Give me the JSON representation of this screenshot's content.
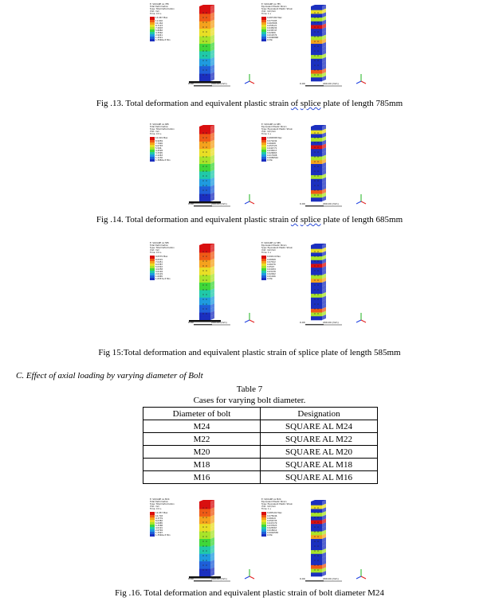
{
  "figures": [
    {
      "caption_pre": "Fig .13. Total deformation and equivalent plastic strain ",
      "caption_ul1": "of",
      "caption_mid": "  ",
      "caption_ul2": "splice",
      "caption_post": "  plate of length 785mm",
      "left": {
        "header": [
          "E: SQUARE AL 785",
          "Total Deformation",
          "Type: Total Deformation",
          "Unit: mm",
          "Time: 0.5 s"
        ],
        "legend": [
          "13.067 Max",
          "11.616",
          "10.164",
          "8.7123",
          "7.2603",
          "5.8082",
          "4.3562",
          "2.9041",
          "1.4521",
          "1.3546e-5 Min"
        ]
      },
      "right": {
        "header": [
          "E: SQUARE AL 785",
          "Equivalent Plastic Strain",
          "Type: Equivalent Plastic Strain",
          "Unit: mm/mm",
          "Time: 1 s"
        ],
        "legend": [
          "0.087182 Max",
          "0.077495",
          "0.067808",
          "0.058121",
          "0.048434",
          "0.038747",
          "0.02906",
          "0.019374",
          "0.0096868",
          "0 Min"
        ]
      }
    },
    {
      "caption_pre": "Fig .14. Total deformation and equivalent plastic strain ",
      "caption_ul1": "of",
      "caption_mid": "  ",
      "caption_ul2": "splice",
      "caption_post": " plate of length 685mm",
      "left": {
        "header": [
          "E: SQUARE AL 685",
          "Total Deformation",
          "Type: Total Deformation",
          "Unit: mm",
          "Time: 0.5 s"
        ],
        "legend": [
          "10.019 Max",
          "8.9059",
          "7.7926",
          "6.6793",
          "5.566",
          "4.4528",
          "3.3395",
          "2.2263",
          "1.1130",
          "1.3682e-5 Min"
        ]
      },
      "right": {
        "header": [
          "E: SQUARE AL 685",
          "Equivalent Plastic Strain",
          "Type: Equivalent Plastic Strain",
          "Unit: mm/mm",
          "Time: 1 s"
        ],
        "legend": [
          "0.080588 Max",
          "0.071634",
          "0.06268",
          "0.053725",
          "0.044771",
          "0.035817",
          "0.026863",
          "0.017908",
          "0.0089542",
          "0 Min"
        ]
      }
    },
    {
      "caption_pre": "Fig 15:Total deformation and equivalent plastic strain of splice plate of length 585mm",
      "caption_ul1": "",
      "caption_mid": "",
      "caption_ul2": "",
      "caption_post": "",
      "left": {
        "header": [
          "E: SQUARE AL 585",
          "Total Deformation",
          "Type: Total Deformation",
          "Unit: mm",
          "Time: 0.5 s"
        ],
        "legend": [
          "9.0579 Max",
          "8.0515",
          "7.0451",
          "6.0387",
          "5.0322",
          "4.0258",
          "3.0194",
          "2.0129",
          "1.0065",
          "1.0557e-5 Min"
        ]
      },
      "right": {
        "header": [
          "E: SQUARE AL 585",
          "Equivalent Plastic Strain",
          "Type: Equivalent Plastic Strain",
          "Unit: mm/mm",
          "Time: 1 s"
        ],
        "legend": [
          "0.09414 Max",
          "0.08368",
          "0.07322",
          "0.06276",
          "0.0523",
          "0.04184",
          "0.03138",
          "0.02092",
          "0.01046",
          "0 Min"
        ]
      }
    },
    {
      "caption_pre": "Fig  .16. Total deformation and equivalent plastic strain of bolt diameter M24",
      "caption_ul1": "",
      "caption_mid": "",
      "caption_ul2": "",
      "caption_post": "",
      "left": {
        "header": [
          "E: SQUARE AL M24",
          "Total Deformation",
          "Type: Total Deformation",
          "Unit: mm",
          "Time: 0.5 s"
        ],
        "legend": [
          "12.057 Max",
          "10.718",
          "9.3779",
          "8.0382",
          "6.6985",
          "5.3588",
          "4.0191",
          "2.6794",
          "1.3397",
          "1.3546e-5 Min"
        ]
      },
      "right": {
        "header": [
          "E: SQUARE AL M24",
          "Equivalent Plastic Strain",
          "Type: Equivalent Plastic Strain",
          "Unit: mm/mm",
          "Time: 1 s"
        ],
        "legend": [
          "0.085102 Max",
          "0.075646",
          "0.06619",
          "0.056735",
          "0.047279",
          "0.037823",
          "0.028367",
          "0.018912",
          "0.0094558",
          "0 Min"
        ]
      }
    }
  ],
  "scale": {
    "zero": "0.00",
    "mid": "200.00 (mm)"
  },
  "section_heading": "C.   Effect of axial loading by varying diameter of Bolt",
  "table": {
    "number": "Table 7",
    "title": "Cases for varying bolt diameter.",
    "headers": [
      "Diameter of bolt",
      "Designation"
    ],
    "rows": [
      [
        "M24",
        "SQUARE AL M24"
      ],
      [
        "M22",
        "SQUARE AL M22"
      ],
      [
        "M20",
        "SQUARE AL M20"
      ],
      [
        "M18",
        "SQUARE AL M18"
      ],
      [
        "M16",
        "SQUARE AL M16"
      ]
    ]
  },
  "colors": {
    "contour": [
      "#d90f0f",
      "#ef5a16",
      "#f5a21d",
      "#e9de25",
      "#a9e42a",
      "#3fd73a",
      "#20c9a9",
      "#1f9bdf",
      "#1f5fd8",
      "#1b2fbf"
    ]
  }
}
